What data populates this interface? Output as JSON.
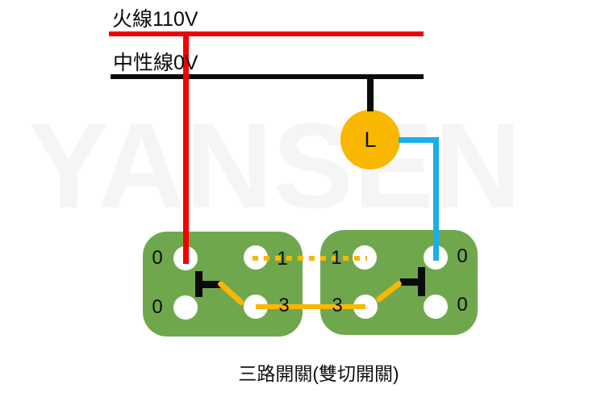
{
  "watermark": {
    "text": "YANSEN"
  },
  "power_rails": {
    "live_label": "火線110V",
    "neutral_label": "中性線0V"
  },
  "lamp": {
    "label": "L"
  },
  "switches": {
    "left": {
      "terminals": {
        "tl": "0",
        "bl": "0",
        "tr": "1",
        "br": "3"
      }
    },
    "right": {
      "terminals": {
        "tl": "1",
        "bl": "3",
        "tr": "0",
        "br": "0"
      }
    }
  },
  "caption": "三路開關(雙切開關)",
  "colors": {
    "live_wire": "#f20000",
    "neutral_wire": "#0b0b0b",
    "switch_body": "#6fa84c",
    "lamp_and_traveler": "#f9b700",
    "return_wire_blue": "#1baee8",
    "watermark": "#f5f5f5",
    "background": "#ffffff"
  }
}
